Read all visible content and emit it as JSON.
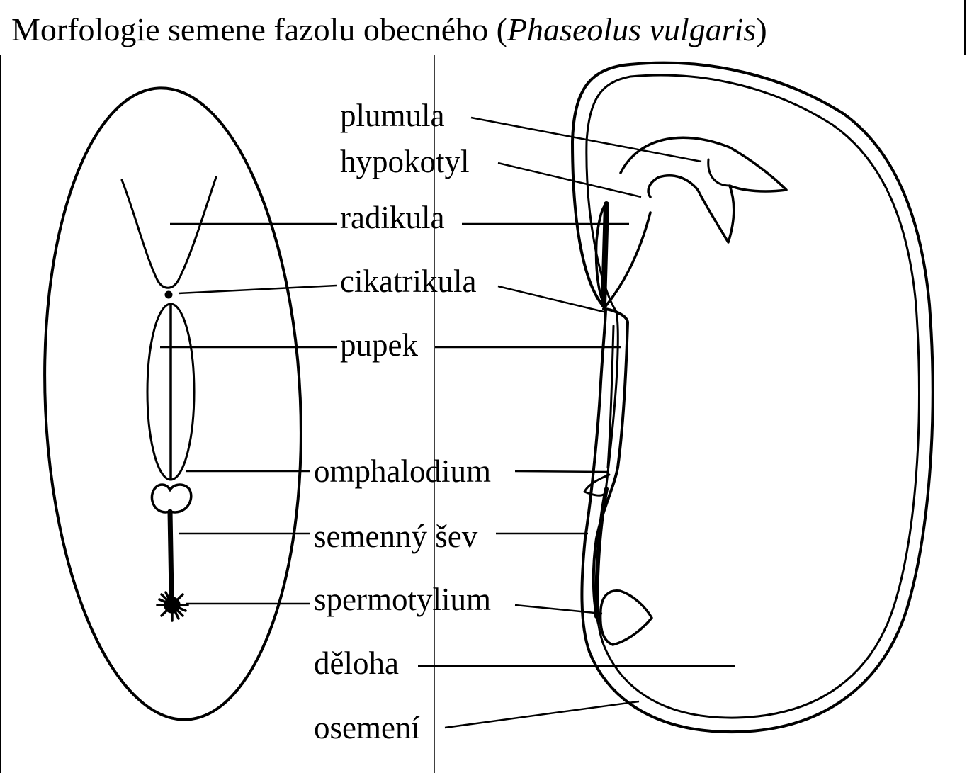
{
  "title": {
    "prefix": "Morfologie semene fazolu obecného (",
    "species": "Phaseolus vulgaris",
    "suffix": ")"
  },
  "labels": {
    "plumula": "plumula",
    "hypokotyl": "hypokotyl",
    "radikula": "radikula",
    "cikatrikula": "cikatrikula",
    "pupek": "pupek",
    "omphalodium": "omphalodium",
    "semenny_sev": "semenný šev",
    "spermotylium": "spermotylium",
    "deloha": "děloha",
    "osemeni": "osemení"
  }
}
